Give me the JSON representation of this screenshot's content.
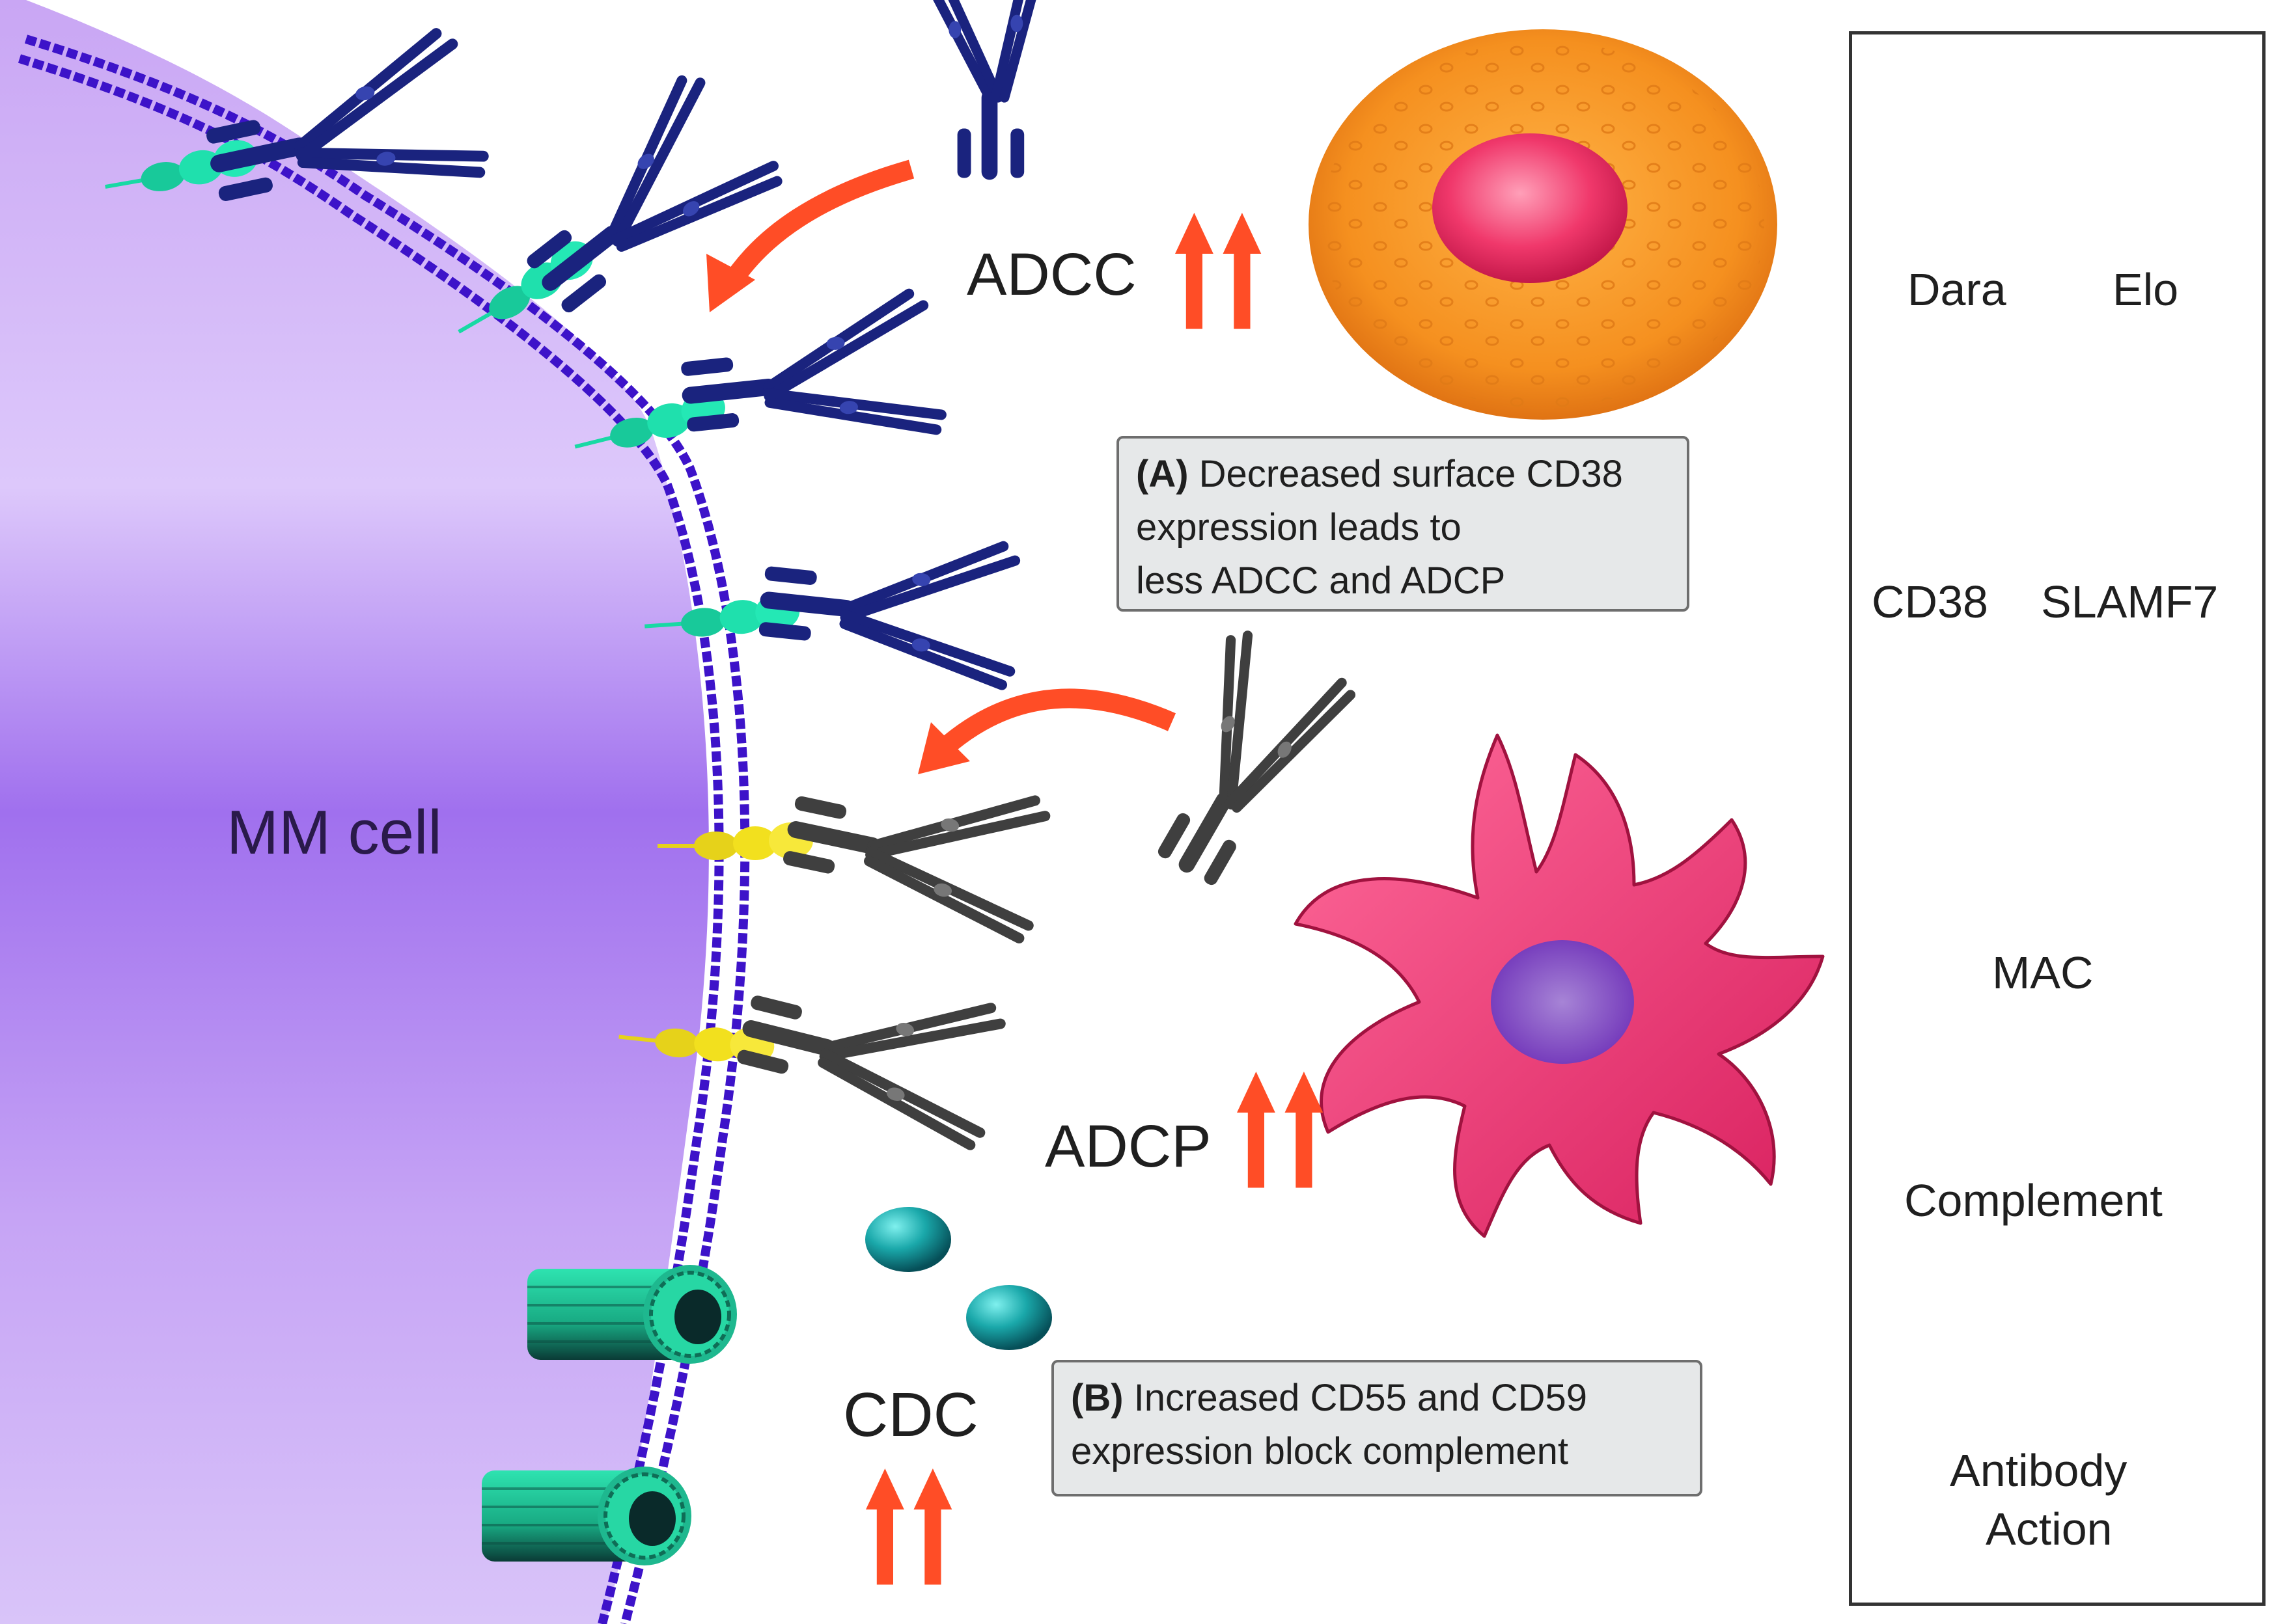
{
  "diagram": {
    "cell_label": "MM cell",
    "mechanisms": {
      "adcc": "ADCC",
      "adcp": "ADCP",
      "cdc": "CDC"
    },
    "notes": {
      "a": {
        "tag": "(A)",
        "line1": "Decreased surface CD38",
        "line2": "expression leads to",
        "line3": "less ADCC and ADCP"
      },
      "b": {
        "tag": "(B)",
        "line1": "Increased CD55 and CD59",
        "line2": "expression block complement"
      }
    }
  },
  "legend": {
    "dara": "Dara",
    "elo": "Elo",
    "cd38": "CD38",
    "slamf7": "SLAMF7",
    "mac": "MAC",
    "complement": "Complement",
    "action_line1": "Antibody",
    "action_line2": "Action"
  },
  "colors": {
    "membrane": "#3d13c9",
    "cell_fill": "#b98cf2",
    "dara_antibody": "#1a237e",
    "elo_antibody": "#4a4a4a",
    "cd38": "#18d9a4",
    "slamf7": "#f2e01e",
    "arrow": "#ff4d26",
    "nk_cell": "#f08a1c",
    "macrophage": "#e0306a",
    "complement": "#0e8a8c"
  }
}
